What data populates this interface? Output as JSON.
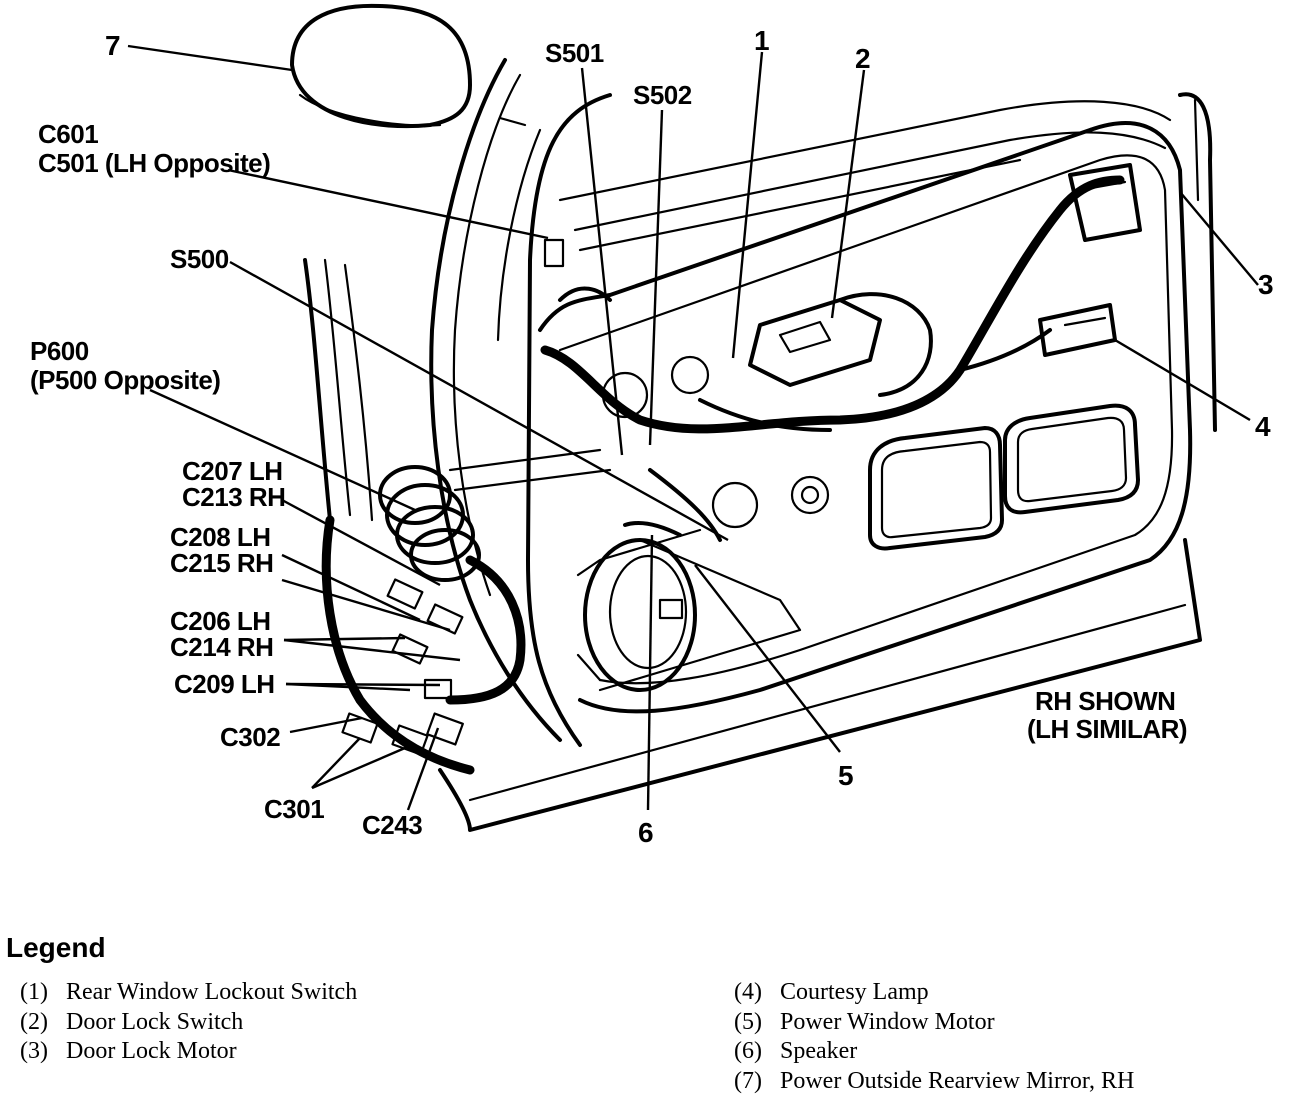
{
  "callouts": {
    "n7": "7",
    "s501": "S501",
    "n1": "1",
    "n2": "2",
    "s502": "S502",
    "c601": "C601",
    "c501": "C501 (LH Opposite)",
    "s500": "S500",
    "n3": "3",
    "p600": "P600",
    "p500": "(P500 Opposite)",
    "n4": "4",
    "c207": "C207 LH",
    "c213": "C213 RH",
    "c208": "C208 LH",
    "c215": "C215 RH",
    "c206": "C206 LH",
    "c214": "C214 RH",
    "c209": "C209 LH",
    "c302": "C302",
    "c301": "C301",
    "c243": "C243",
    "n5": "5",
    "n6": "6",
    "rh_shown": "RH SHOWN",
    "lh_similar": "(LH SIMILAR)"
  },
  "legend": {
    "title": "Legend",
    "left": [
      {
        "idx": "(1)",
        "label": "Rear Window Lockout Switch"
      },
      {
        "idx": "(2)",
        "label": "Door Lock Switch"
      },
      {
        "idx": "(3)",
        "label": "Door Lock Motor"
      }
    ],
    "right": [
      {
        "idx": "(4)",
        "label": "Courtesy Lamp"
      },
      {
        "idx": "(5)",
        "label": "Power Window Motor"
      },
      {
        "idx": "(6)",
        "label": "Speaker"
      },
      {
        "idx": "(7)",
        "label": "Power Outside Rearview Mirror, RH"
      }
    ]
  }
}
